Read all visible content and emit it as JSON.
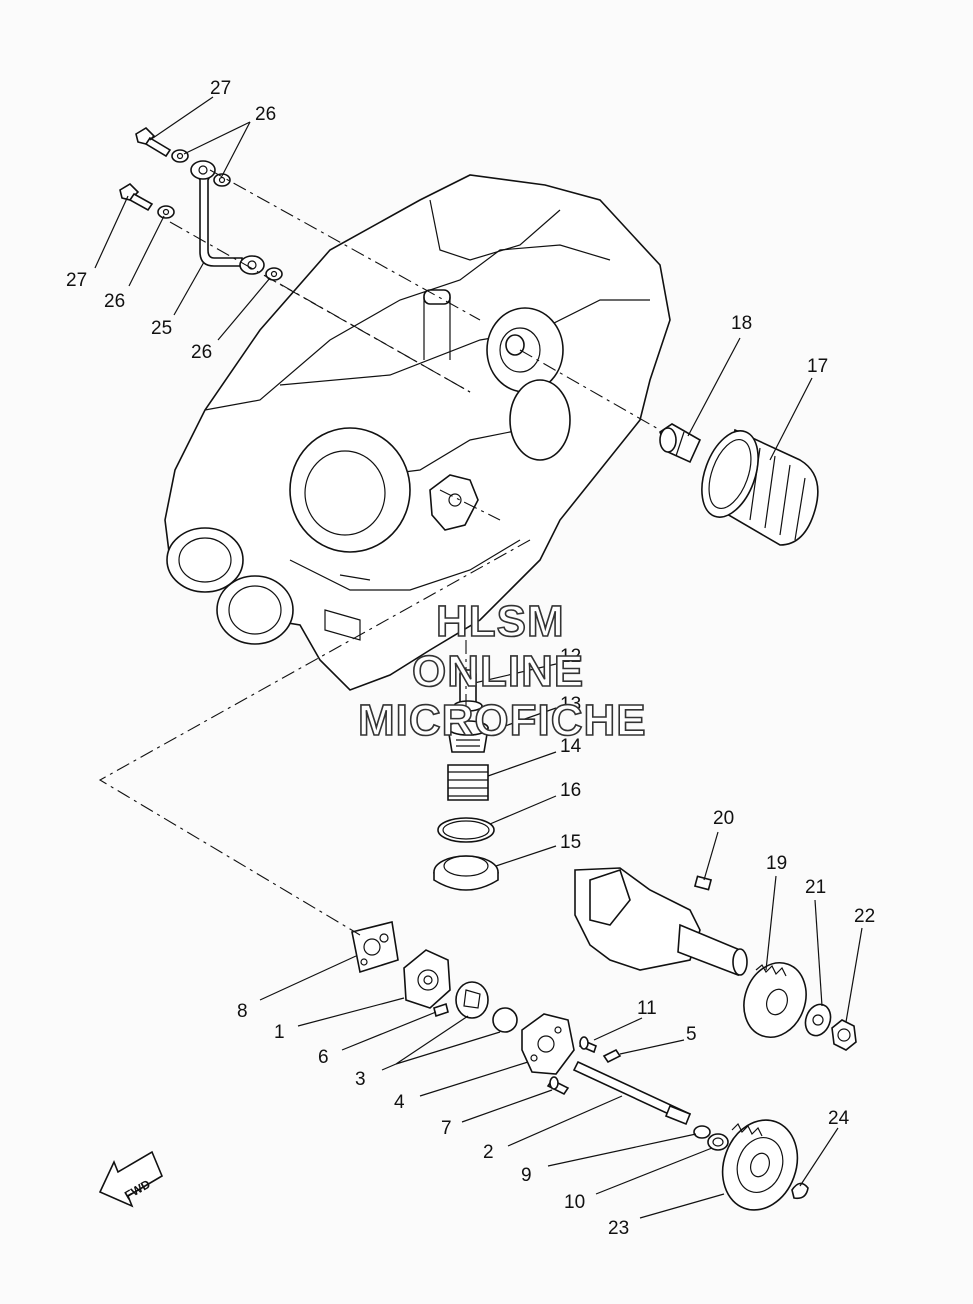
{
  "callouts": [
    {
      "number": "27"
    },
    {
      "number": "26"
    },
    {
      "number": "27"
    },
    {
      "number": "26"
    },
    {
      "number": "25"
    },
    {
      "number": "26"
    },
    {
      "number": "18"
    },
    {
      "number": "17"
    },
    {
      "number": "12"
    },
    {
      "number": "13"
    },
    {
      "number": "14"
    },
    {
      "number": "16"
    },
    {
      "number": "15"
    },
    {
      "number": "20"
    },
    {
      "number": "19"
    },
    {
      "number": "21"
    },
    {
      "number": "22"
    },
    {
      "number": "8"
    },
    {
      "number": "1"
    },
    {
      "number": "6"
    },
    {
      "number": "3"
    },
    {
      "number": "11"
    },
    {
      "number": "5"
    },
    {
      "number": "4"
    },
    {
      "number": "7"
    },
    {
      "number": "2"
    },
    {
      "number": "24"
    },
    {
      "number": "9"
    },
    {
      "number": "10"
    },
    {
      "number": "23"
    }
  ],
  "watermark": {
    "line1": "HLSM",
    "line2": "ONLINE",
    "line3": "MICROFICHE"
  },
  "direction_arrow": {
    "label": "FWD",
    "icon": "fwd-arrow-icon"
  }
}
